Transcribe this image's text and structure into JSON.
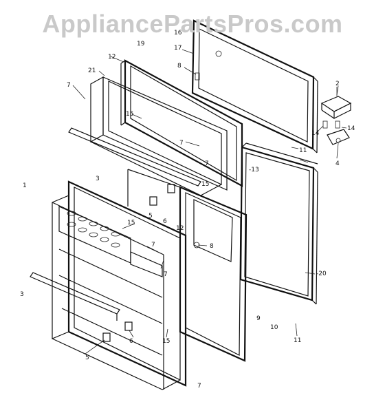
{
  "watermark": "AppliancePartsPros.com",
  "labels": {
    "l16": "16",
    "l19": "19",
    "l17": "17",
    "l8a": "8",
    "l12a": "12",
    "l21": "21",
    "l7a": "7",
    "l2": "2",
    "l14a": "14",
    "l14b": "14",
    "l15a": "15",
    "l7b": "7",
    "l7c": "7",
    "l11a": "11",
    "l4": "4",
    "l13": "-13",
    "l3a": "3",
    "l1": "1",
    "l15b": "15",
    "l5a": "5",
    "l6a": "6",
    "l12b": "12",
    "l15c": "15",
    "l8b": "8",
    "l7d": "7",
    "l7e": "7",
    "l20": "-20",
    "l3b": "3",
    "l9": "9",
    "l10": "10",
    "l11b": "11",
    "l6b": "6",
    "l15d": "15",
    "l5b": "5",
    "l7f": "7"
  }
}
